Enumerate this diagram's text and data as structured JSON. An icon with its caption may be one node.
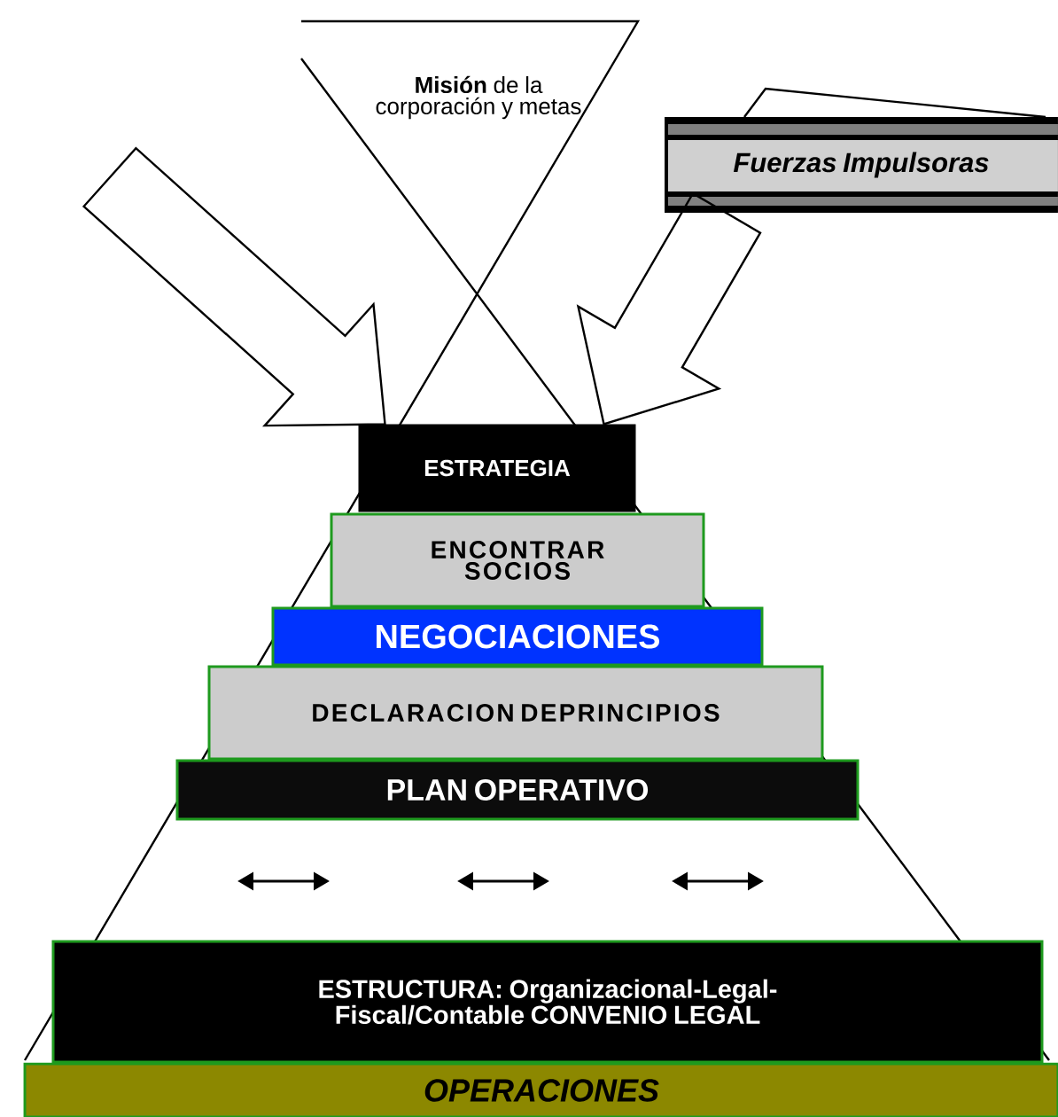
{
  "diagram": {
    "nodes": [
      {
        "text": [
          "**Misión** de la corporación y metas"
        ]
      },
      {
        "text": [
          "Fuerzas Impulsoras"
        ]
      },
      {
        "text": [
          "ESTRATEGIA"
        ]
      },
      {
        "text": [
          "ENCONTRAR SOCIOS"
        ]
      },
      {
        "text": [
          "NEGOCIACIONES"
        ]
      },
      {
        "text": [
          "DECLARACION DEPRINCIPIOS"
        ]
      },
      {
        "text": [
          "PLAN OPERATIVO"
        ]
      },
      {
        "text": [
          "ESTRUCTURA: Organizacional-Legal-Fiscal/Contable CONVENIO LEGAL"
        ]
      },
      {
        "text": [
          "OPERACIONES"
        ]
      }
    ],
    "edges": [
      {
        "from": null,
        "to": 2,
        "arrow": "to"
      },
      {
        "from": 1,
        "to": 2,
        "arrow": "to"
      }
    ]
  }
}
